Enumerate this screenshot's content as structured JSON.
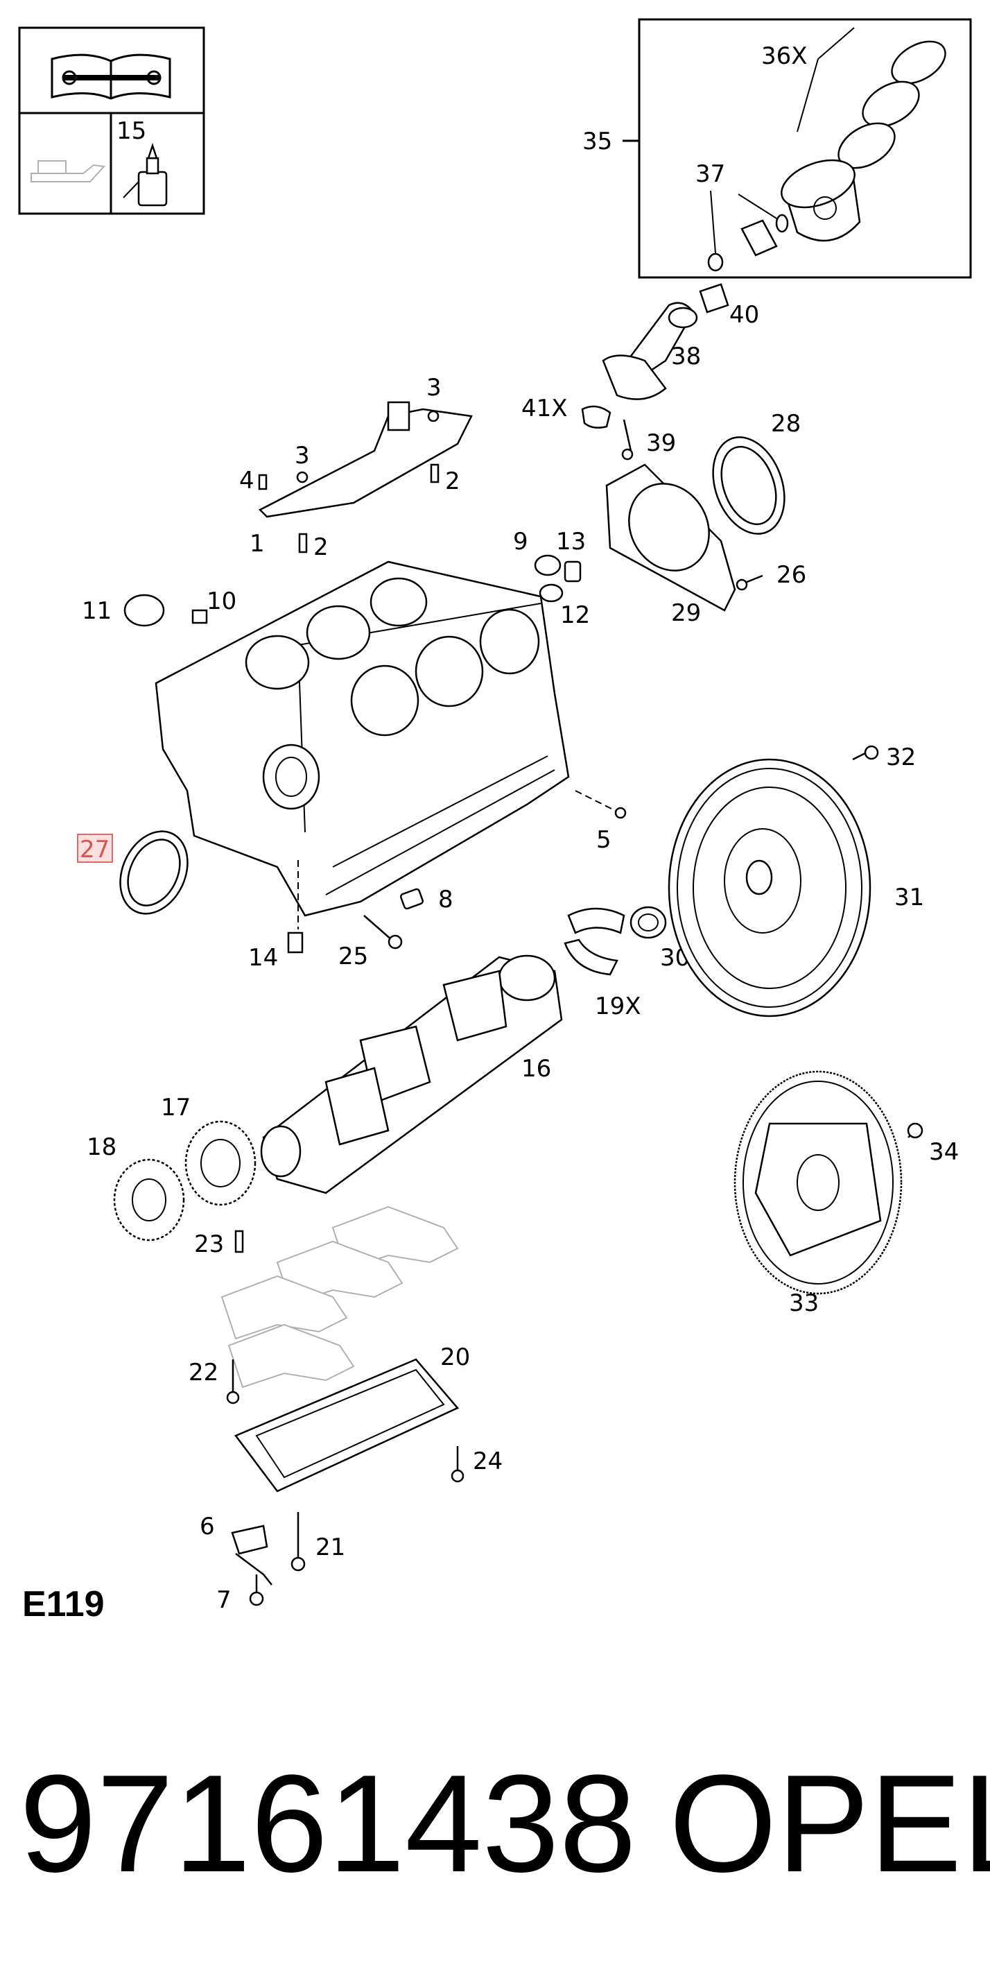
{
  "diagram": {
    "labels": {
      "p1": "1",
      "p2a": "2",
      "p2b": "2",
      "p3a": "3",
      "p3b": "3",
      "p4": "4",
      "p5": "5",
      "p6": "6",
      "p7": "7",
      "p8": "8",
      "p9": "9",
      "p10": "10",
      "p11": "11",
      "p12": "12",
      "p13": "13",
      "p14": "14",
      "p15": "15",
      "p16": "16",
      "p17": "17",
      "p18": "18",
      "p19": "19X",
      "p20": "20",
      "p21": "21",
      "p22": "22",
      "p23": "23",
      "p24": "24",
      "p25": "25",
      "p26": "26",
      "p27": "27",
      "p28": "28",
      "p29": "29",
      "p30": "30",
      "p31": "31",
      "p32": "32",
      "p33": "33",
      "p34": "34",
      "p35": "35",
      "p36": "36X",
      "p37": "37",
      "p38": "38",
      "p39": "39",
      "p40": "40",
      "p41": "41X"
    },
    "highlighted_label": "27",
    "highlight_color": "#f4a6a6",
    "section_code": "E119"
  },
  "footer": {
    "part_number": "97161438",
    "brand": "OPEL"
  }
}
